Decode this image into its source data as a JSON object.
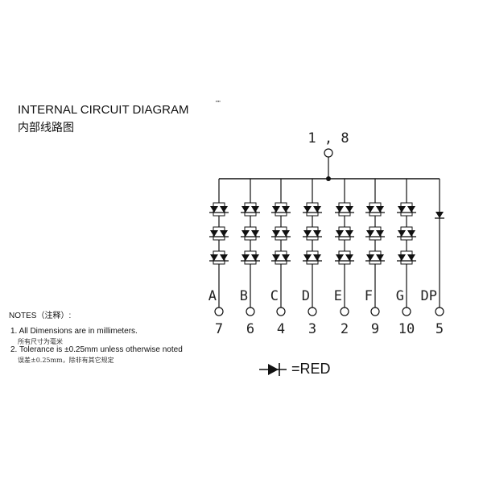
{
  "title": "INTERNAL CIRCUIT DIAGRAM",
  "title_cn": "内部线路图",
  "mark": "\"\"",
  "common_pin_label": "1 , 8",
  "segments": [
    {
      "label": "A",
      "pin": "7",
      "leds": 6
    },
    {
      "label": "B",
      "pin": "6",
      "leds": 6
    },
    {
      "label": "C",
      "pin": "4",
      "leds": 6
    },
    {
      "label": "D",
      "pin": "3",
      "leds": 6
    },
    {
      "label": "E",
      "pin": "2",
      "leds": 6
    },
    {
      "label": "F",
      "pin": "9",
      "leds": 6
    },
    {
      "label": "G",
      "pin": "10",
      "leds": 6
    },
    {
      "label": "DP",
      "pin": "5",
      "leds": 1
    }
  ],
  "notes": {
    "heading": "NOTES（注释）:",
    "items": [
      {
        "text": "1. All Dimensions are in millimeters.",
        "cn": "所有尺寸为毫米"
      },
      {
        "text": "2. Tolerance is ±0.25mm unless otherwise noted",
        "cn": "误差±0.25mm，除非有其它规定"
      }
    ]
  },
  "legend": {
    "text": "=RED",
    "icon": "led-diode-icon"
  }
}
